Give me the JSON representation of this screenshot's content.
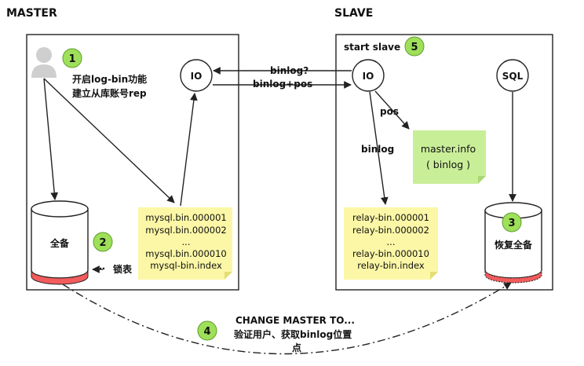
{
  "labels": {
    "master_title": "MASTER",
    "slave_title": "SLAVE",
    "master_note_line1": "开启log-bin功能",
    "master_note_line2": "建立从库账号rep",
    "start_slave": "start slave",
    "io": "IO",
    "sql": "SQL",
    "binlog_query": "binlog?",
    "binlog_pos": "binlog+pos",
    "pos": "pos",
    "binlog": "binlog",
    "full_backup": "全备",
    "lock_tables": "锁表",
    "restore_full_backup": "恢复全备",
    "change_master_line1": "CHANGE MASTER TO...",
    "change_master_line2": "验证用户、获取binlog位置",
    "change_master_line3": "点"
  },
  "steps": [
    "1",
    "2",
    "3",
    "4",
    "5"
  ],
  "master_binlog_note": [
    "mysql.bin.000001",
    "mysql.bin.000002",
    "...",
    "mysql.bin.000010",
    "mysql-bin.index"
  ],
  "master_info_note": [
    "master.info",
    "( binlog )"
  ],
  "relay_log_note": [
    "relay-bin.000001",
    "relay-bin.000002",
    "...",
    "relay-bin.000010",
    "relay-bin.index"
  ],
  "colors": {
    "step_badge": "#9ee05a",
    "note_yellow": "#fbf7a6",
    "note_green": "#c9ee98",
    "cylinder_red": "#f25c5c",
    "stroke": "#222222"
  },
  "icons": {
    "user": "user-icon",
    "lock": "ellipsis-arrow-icon"
  }
}
